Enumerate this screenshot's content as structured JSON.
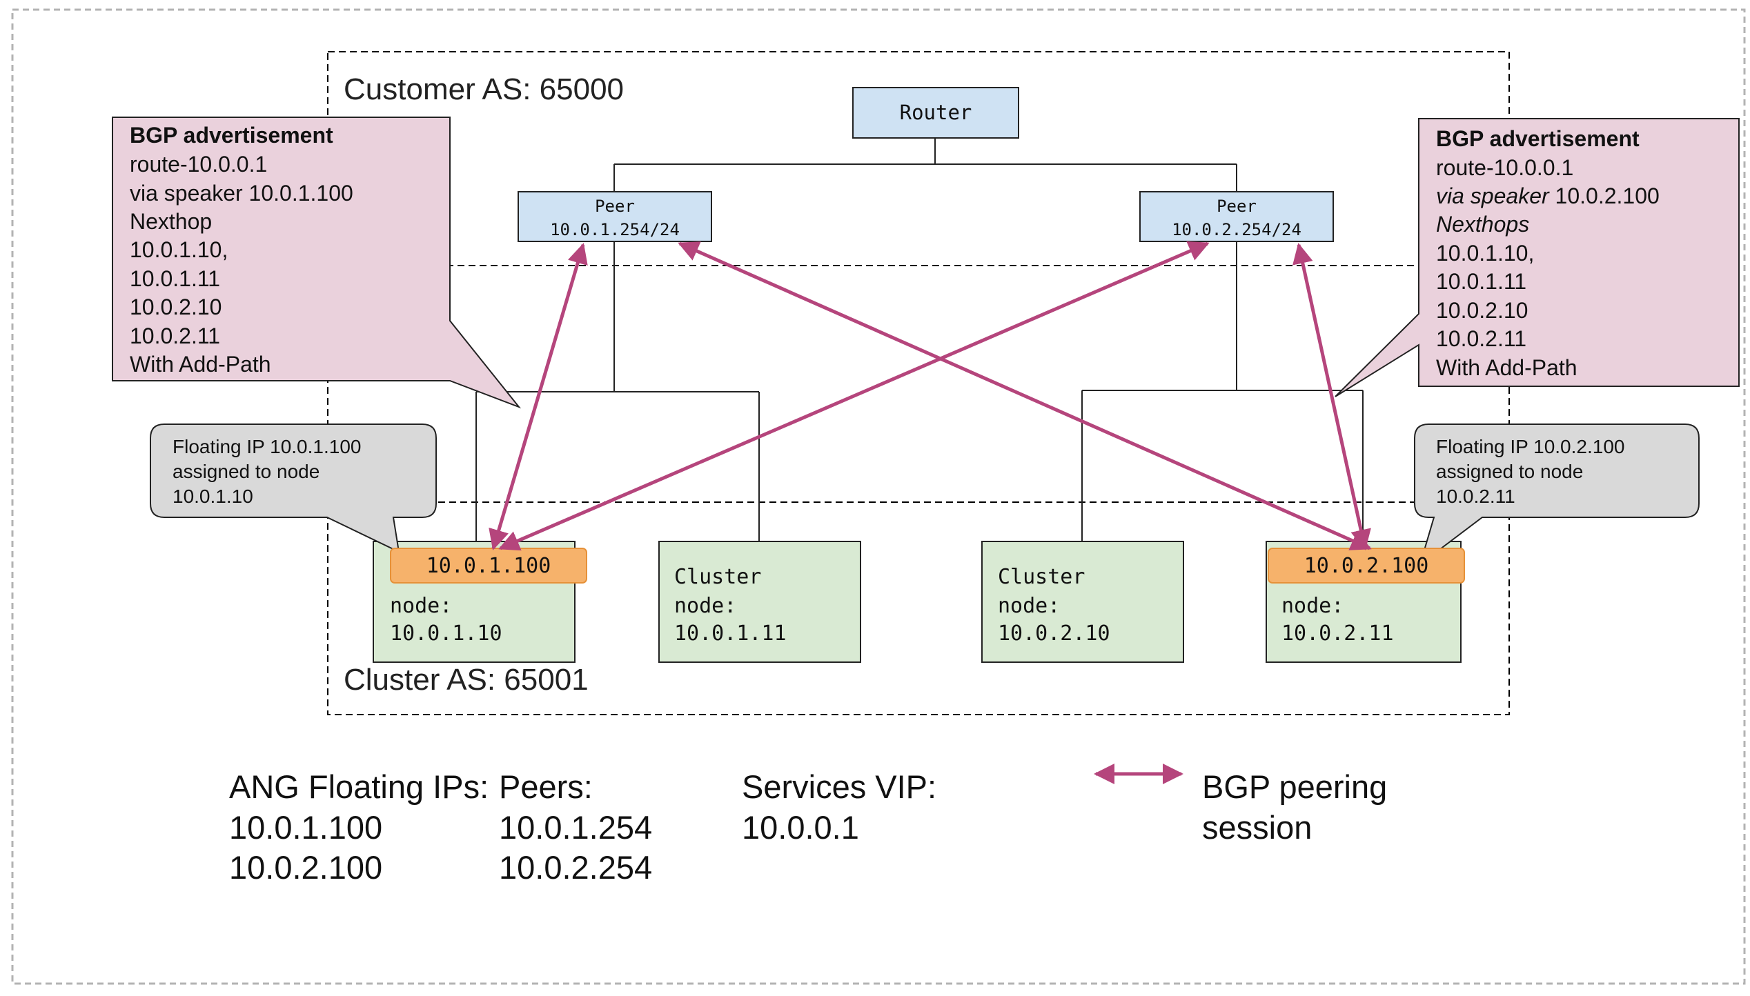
{
  "diagram": {
    "customer_as_label": "Customer AS: 65000",
    "cluster_as_label": "Cluster AS: 65001",
    "router_label": "Router",
    "peers": [
      {
        "title": "Peer",
        "address": "10.0.1.254/24"
      },
      {
        "title": "Peer",
        "address": "10.0.2.254/24"
      }
    ],
    "nodes": [
      {
        "floating_ip": "10.0.1.100",
        "line1": "node:",
        "line2": "10.0.1.10"
      },
      {
        "line0": "Cluster",
        "line1": "node:",
        "line2": "10.0.1.11"
      },
      {
        "line0": "Cluster",
        "line1": "node:",
        "line2": "10.0.2.10"
      },
      {
        "floating_ip": "10.0.2.100",
        "line1": "node:",
        "line2": "10.0.2.11"
      }
    ],
    "advert_left": {
      "heading": "BGP advertisement",
      "lines": [
        "route-10.0.0.1",
        "via speaker 10.0.1.100",
        "Nexthop",
        "10.0.1.10,",
        "10.0.1.11",
        "10.0.2.10",
        "10.0.2.11",
        "With Add-Path"
      ]
    },
    "advert_right": {
      "heading": "BGP advertisement",
      "route": "route-10.0.0.1",
      "speaker_prefix": "via speaker",
      "speaker_ip": " 10.0.2.100",
      "nexthops_label": "Nexthops",
      "lines": [
        "10.0.1.10,",
        "10.0.1.11",
        "10.0.2.10",
        "10.0.2.11",
        "With Add-Path"
      ]
    },
    "callout_left": [
      "Floating IP 10.0.1.100",
      "assigned to node",
      "10.0.1.10"
    ],
    "callout_right": [
      "Floating IP 10.0.2.100",
      "assigned to node",
      "10.0.2.11"
    ],
    "legend": {
      "floating_ips_title": "ANG Floating IPs:",
      "floating_ips": [
        "10.0.1.100",
        "10.0.2.100"
      ],
      "peers_title": "Peers:",
      "peers": [
        "10.0.1.254",
        "10.0.2.254"
      ],
      "vip_title": "Services VIP:",
      "vip": "10.0.0.1",
      "bgp_line1": "BGP peering",
      "bgp_line2": "session"
    },
    "colors": {
      "peering_arrow": "#b5457c",
      "advert_fill": "#ead1dc",
      "callout_fill": "#d9d9d9",
      "peer_fill": "#cfe2f3",
      "node_fill": "#d9ead3",
      "floating_ip_fill": "#f6b26b",
      "floating_ip_stroke": "#e69138"
    }
  }
}
